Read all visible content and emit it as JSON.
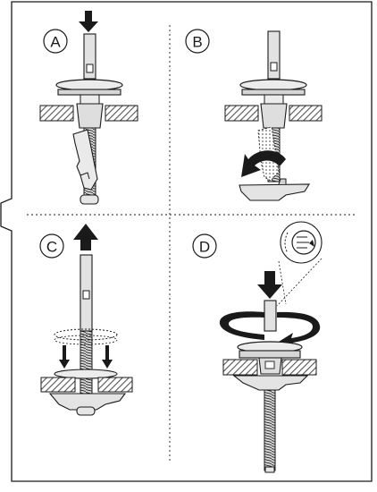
{
  "panels": [
    {
      "id": "A",
      "letter": "A"
    },
    {
      "id": "B",
      "letter": "B"
    },
    {
      "id": "C",
      "letter": "C"
    },
    {
      "id": "D",
      "letter": "D"
    }
  ],
  "colors": {
    "ink": "#1a1a1a",
    "paper": "#ffffff",
    "metal_light": "#e6e6e6",
    "metal_mid": "#c4c4c4",
    "hatch": "#7a7a7a"
  },
  "icons": {
    "push_down": "arrow-down-icon",
    "pull_up": "arrow-up-icon",
    "flip": "curved-arrow-icon",
    "rotate": "rotation-arrow-icon",
    "screwdriver_detail": "slotted-screw-detail-icon"
  }
}
